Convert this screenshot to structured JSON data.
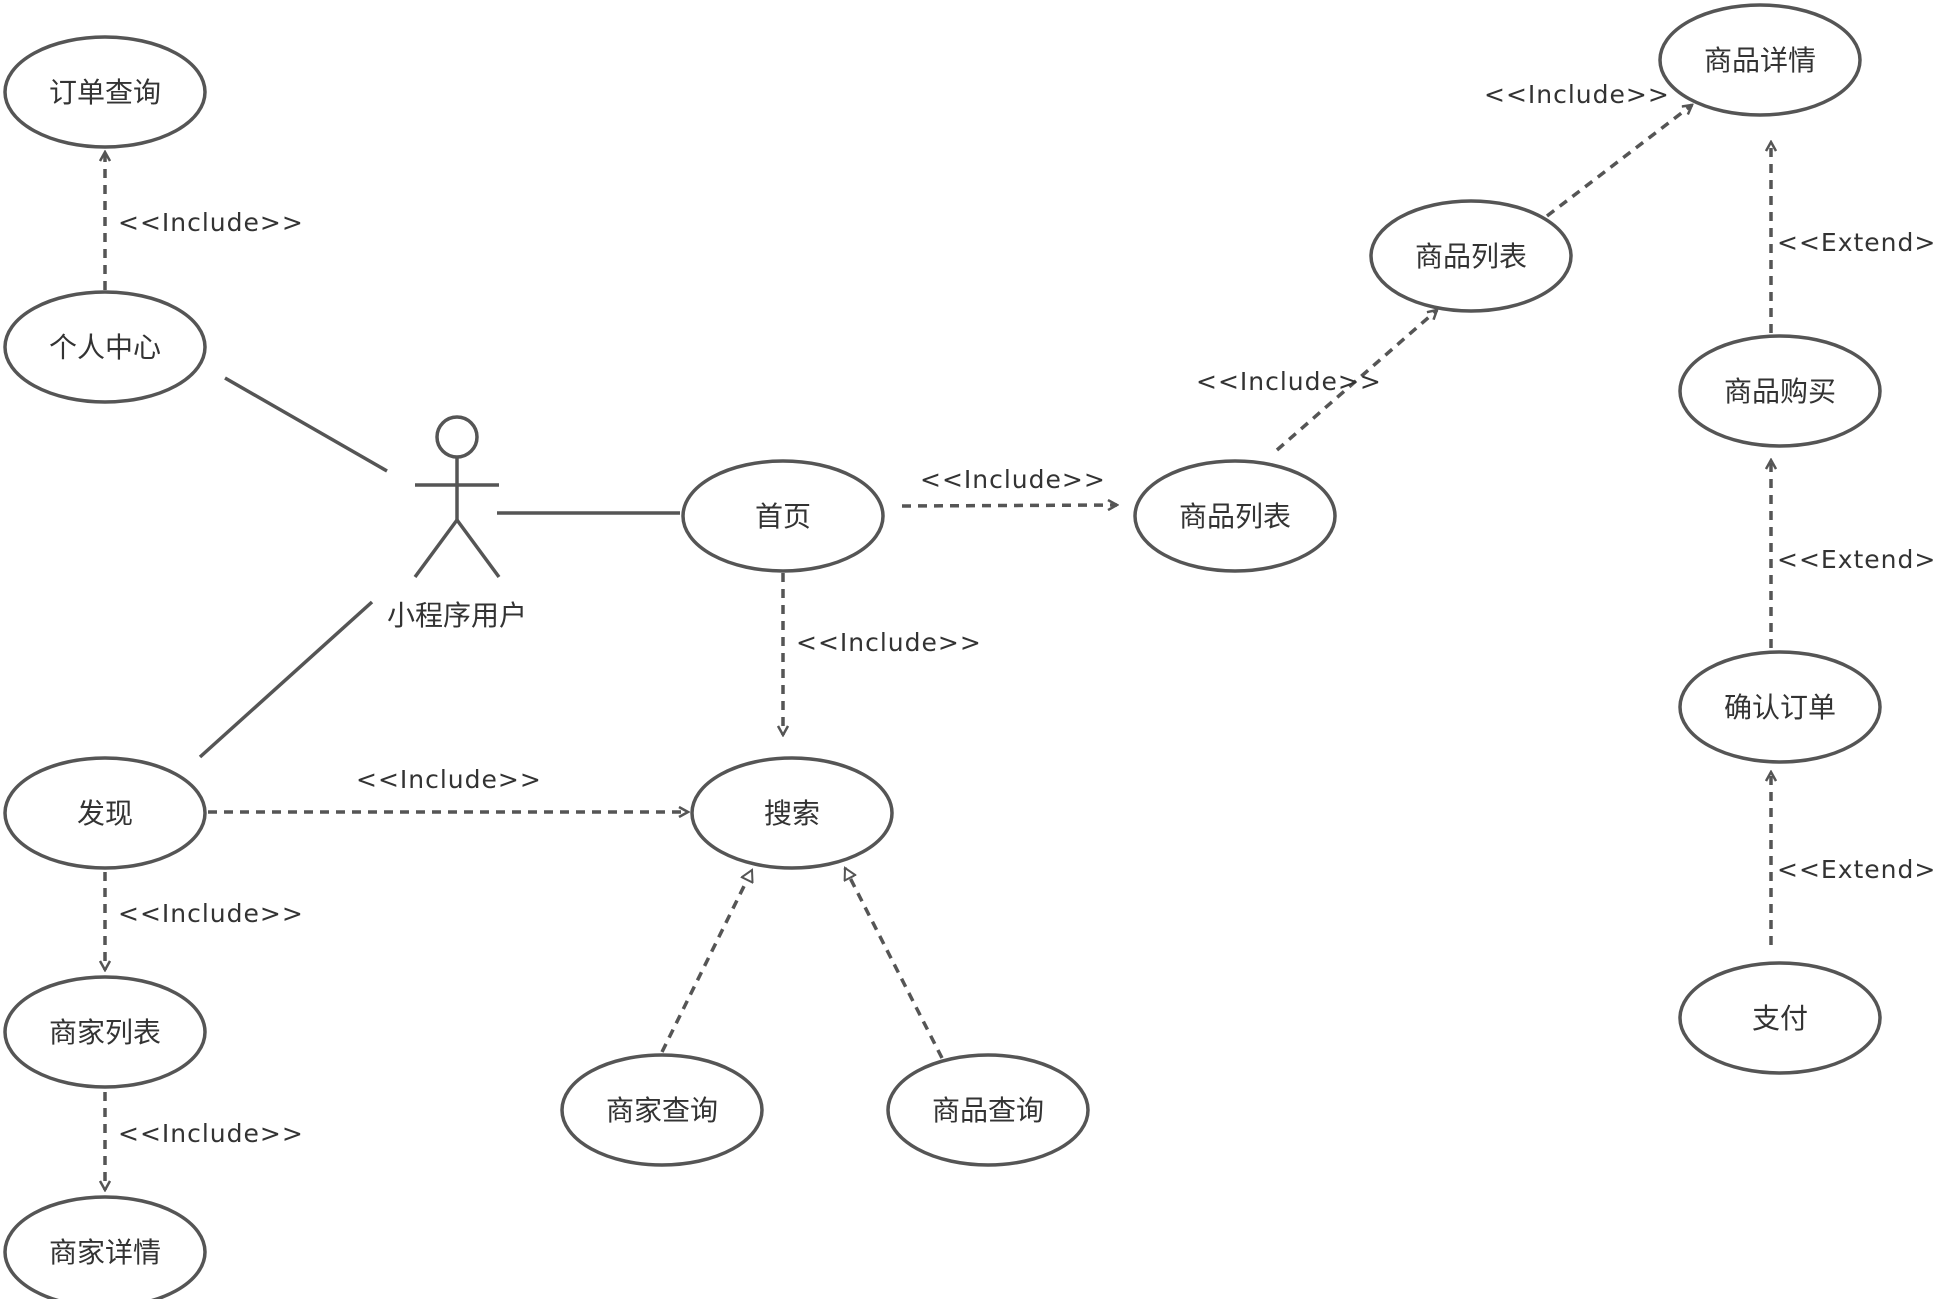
{
  "actor": {
    "name": "小程序用户"
  },
  "use_cases": {
    "order_query": "订单查询",
    "personal_center": "个人中心",
    "home": "首页",
    "product_list_1": "商品列表",
    "product_list_2": "商品列表",
    "product_detail": "商品详情",
    "product_purchase": "商品购买",
    "confirm_order": "确认订单",
    "pay": "支付",
    "discover": "发现",
    "search": "搜索",
    "merchant_list": "商家列表",
    "merchant_detail": "商家详情",
    "merchant_query": "商家查询",
    "product_query": "商品查询"
  },
  "stereotypes": {
    "include": "<<Include>>",
    "extend": "<<Extend>>"
  },
  "colors": {
    "stroke": "#555555",
    "text": "#333333",
    "background": "#ffffff"
  }
}
